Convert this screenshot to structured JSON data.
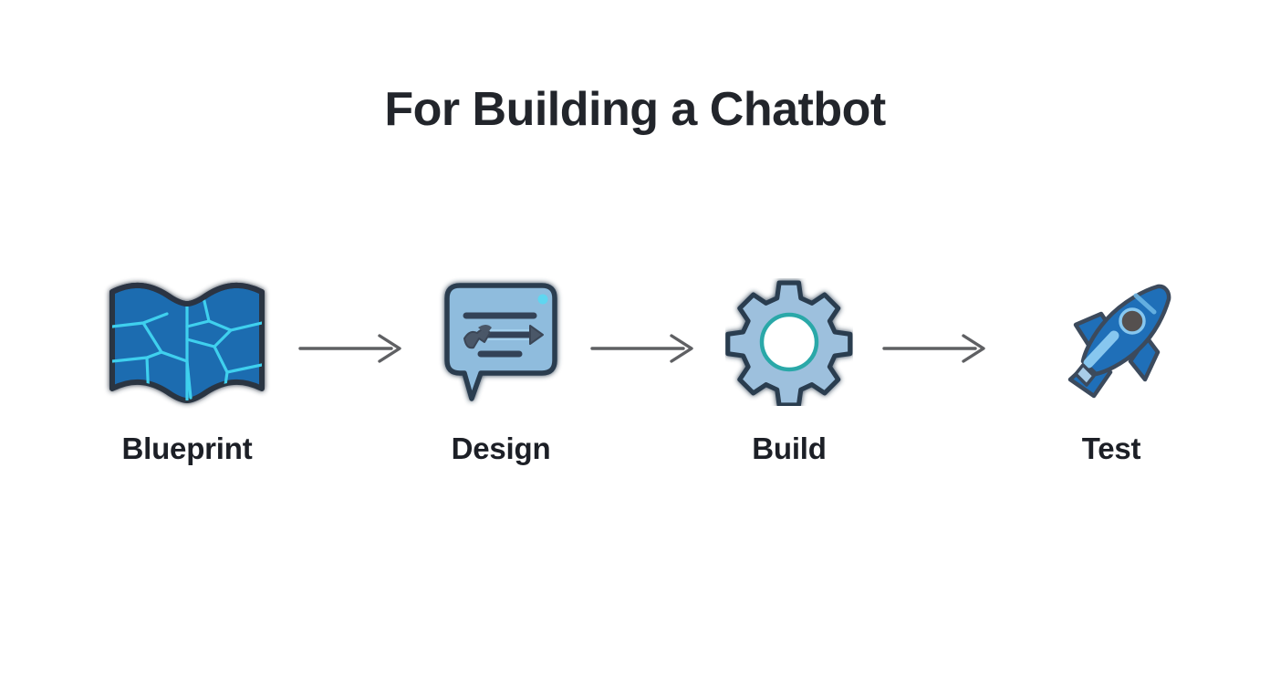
{
  "page": {
    "title": "For Building a Chatbot",
    "background_color": "#ffffff",
    "title_color": "#22252b"
  },
  "colors": {
    "map_fill": "#1d6cb0",
    "map_crack": "#3fd0ee",
    "map_outline": "#2b3443",
    "bubble_fill": "#8fbcdd",
    "bubble_outline": "#2b3c50",
    "bubble_line": "#334257",
    "bubble_dot": "#5fd6f0",
    "gear_fill": "#9dc0dd",
    "gear_outline": "#2b3c50",
    "gear_ring": "#2aa8a8",
    "gear_hole": "#ffffff",
    "rocket_fill": "#1f6fb8",
    "rocket_outline": "#3c4a5c",
    "rocket_stripe": "#87c7ef",
    "rocket_window": "#55504f",
    "arrow_color": "#5f6063",
    "label_color": "#1c1f26"
  },
  "flow": {
    "steps": [
      {
        "id": "blueprint",
        "label": "Blueprint",
        "icon": "map-icon"
      },
      {
        "id": "design",
        "label": "Design",
        "icon": "speech-bubble-icon"
      },
      {
        "id": "build",
        "label": "Build",
        "icon": "gear-icon"
      },
      {
        "id": "test",
        "label": "Test",
        "icon": "rocket-icon"
      }
    ],
    "connectors": [
      {
        "id": "arrow-blueprint-design",
        "icon": "arrow-right-icon"
      },
      {
        "id": "arrow-design-build",
        "icon": "arrow-right-icon"
      },
      {
        "id": "arrow-build-test",
        "icon": "arrow-right-icon"
      }
    ]
  }
}
